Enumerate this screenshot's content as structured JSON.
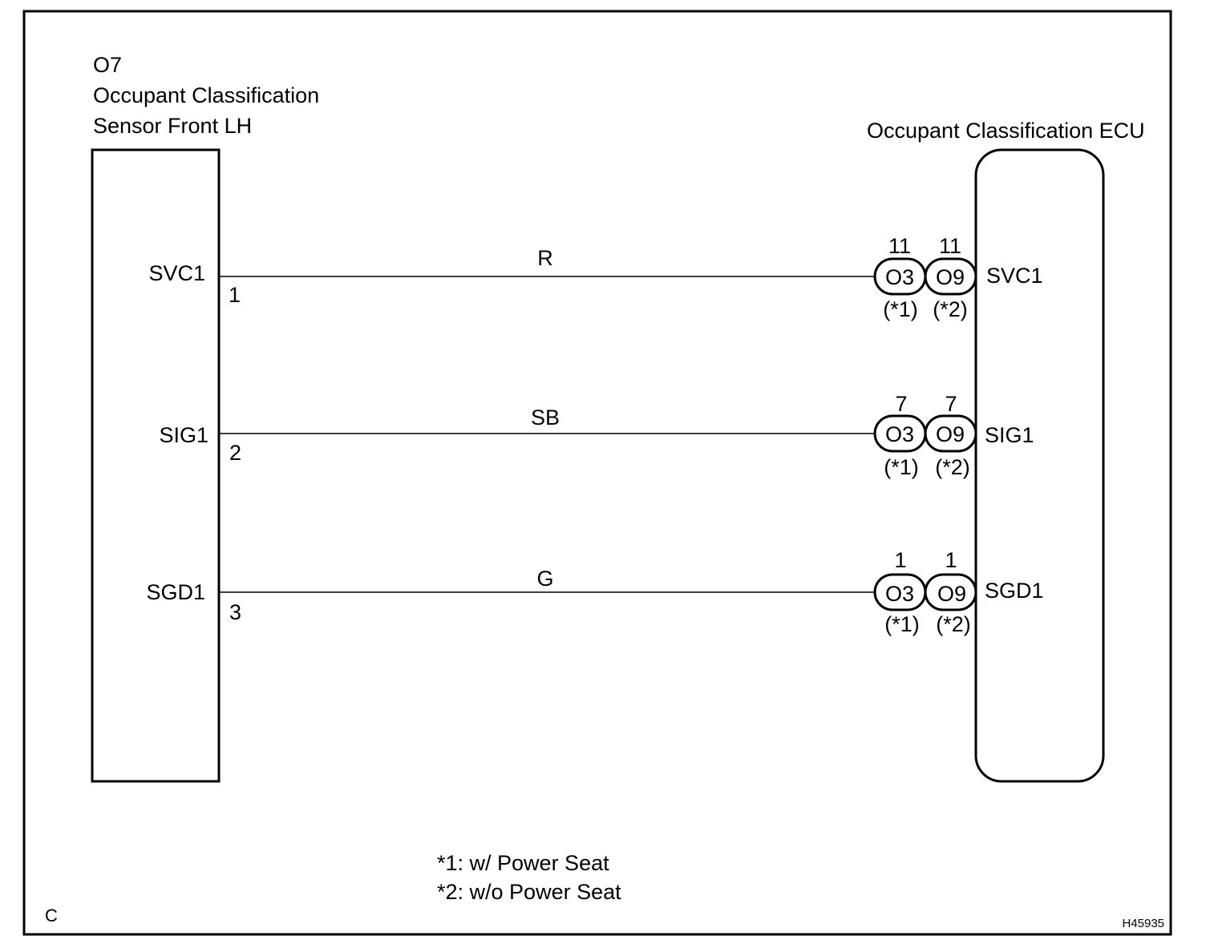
{
  "sensor": {
    "code": "O7",
    "name_line1": "Occupant Classification",
    "name_line2": "Sensor Front LH"
  },
  "ecu": {
    "name": "Occupant Classification ECU"
  },
  "wires": [
    {
      "sensor_terminal": "SVC1",
      "sensor_pin": "1",
      "color": "R",
      "conn_a": {
        "name": "O3",
        "pin": "11",
        "note": "(*1)"
      },
      "conn_b": {
        "name": "O9",
        "pin": "11",
        "note": "(*2)"
      },
      "ecu_terminal": "SVC1"
    },
    {
      "sensor_terminal": "SIG1",
      "sensor_pin": "2",
      "color": "SB",
      "conn_a": {
        "name": "O3",
        "pin": "7",
        "note": "(*1)"
      },
      "conn_b": {
        "name": "O9",
        "pin": "7",
        "note": "(*2)"
      },
      "ecu_terminal": "SIG1"
    },
    {
      "sensor_terminal": "SGD1",
      "sensor_pin": "3",
      "color": "G",
      "conn_a": {
        "name": "O3",
        "pin": "1",
        "note": "(*1)"
      },
      "conn_b": {
        "name": "O9",
        "pin": "1",
        "note": "(*2)"
      },
      "ecu_terminal": "SGD1"
    }
  ],
  "footnotes": {
    "note1": "*1: w/ Power Seat",
    "note2": "*2: w/o Power Seat"
  },
  "corner_letter": "C",
  "figure_id": "H45935"
}
